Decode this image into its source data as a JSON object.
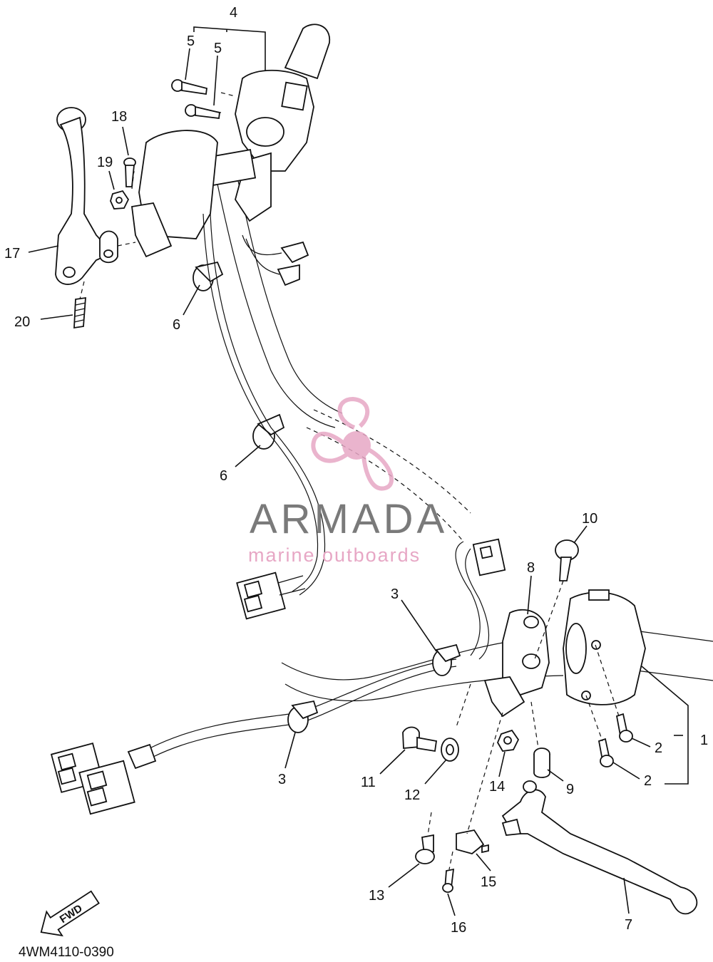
{
  "diagram": {
    "code": "4WM4110-0390",
    "fwd_label": "FWD"
  },
  "watermark": {
    "brand": "ARMADA",
    "tagline": "marine outboards",
    "brand_color": "#7a7a7a",
    "accent_color": "#e7a7c5"
  },
  "callouts": [
    {
      "id": "c1",
      "label": "1"
    },
    {
      "id": "c2a",
      "label": "2"
    },
    {
      "id": "c2b",
      "label": "2"
    },
    {
      "id": "c3a",
      "label": "3"
    },
    {
      "id": "c3b",
      "label": "3"
    },
    {
      "id": "c4",
      "label": "4"
    },
    {
      "id": "c5a",
      "label": "5"
    },
    {
      "id": "c5b",
      "label": "5"
    },
    {
      "id": "c6a",
      "label": "6"
    },
    {
      "id": "c6b",
      "label": "6"
    },
    {
      "id": "c7",
      "label": "7"
    },
    {
      "id": "c8",
      "label": "8"
    },
    {
      "id": "c9",
      "label": "9"
    },
    {
      "id": "c10",
      "label": "10"
    },
    {
      "id": "c11",
      "label": "11"
    },
    {
      "id": "c12",
      "label": "12"
    },
    {
      "id": "c13",
      "label": "13"
    },
    {
      "id": "c14",
      "label": "14"
    },
    {
      "id": "c15",
      "label": "15"
    },
    {
      "id": "c16",
      "label": "16"
    },
    {
      "id": "c17",
      "label": "17"
    },
    {
      "id": "c18",
      "label": "18"
    },
    {
      "id": "c19",
      "label": "19"
    },
    {
      "id": "c20",
      "label": "20"
    }
  ]
}
